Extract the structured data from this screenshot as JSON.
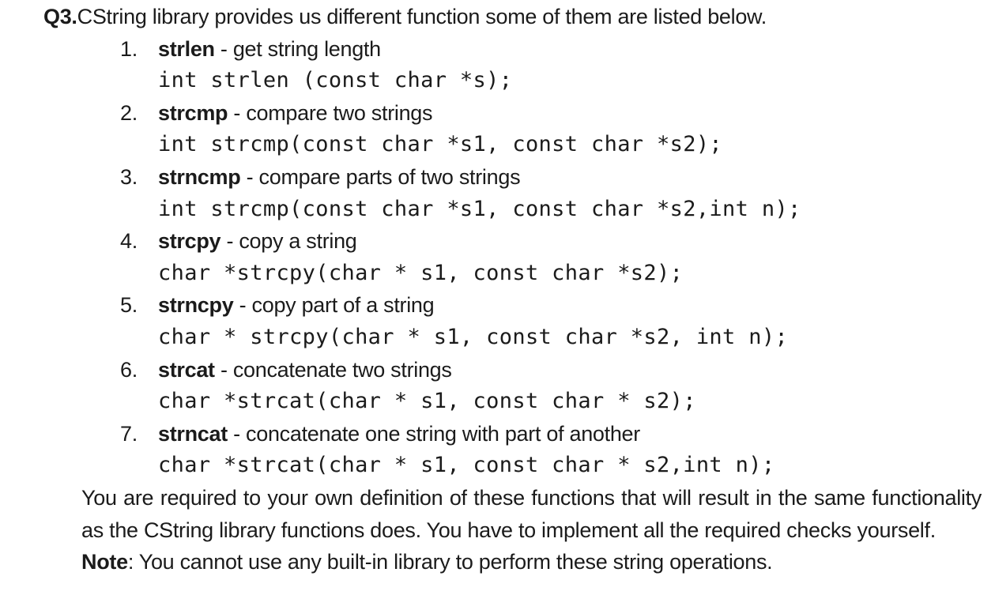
{
  "document": {
    "heading": {
      "label": "Q3.",
      "text": "CString library provides us different function some of them are listed below."
    },
    "items": [
      {
        "number": "1.",
        "name": "strlen",
        "description": " - get string length",
        "signature": "int strlen (const char *s);"
      },
      {
        "number": "2.",
        "name": "strcmp",
        "description": " - compare two strings",
        "signature": "int strcmp(const char *s1, const char *s2);"
      },
      {
        "number": "3.",
        "name": "strncmp",
        "description": " - compare parts of two strings",
        "signature": "int strcmp(const char *s1, const char *s2,int n);"
      },
      {
        "number": "4.",
        "name": "strcpy",
        "description": " - copy a string",
        "signature": "char *strcpy(char * s1, const char *s2);"
      },
      {
        "number": "5.",
        "name": "strncpy",
        "description": " - copy part of a string",
        "signature": "char * strcpy(char * s1, const char *s2, int n);"
      },
      {
        "number": "6.",
        "name": "strcat",
        "description": " - concatenate two strings",
        "signature": "char *strcat(char * s1, const char * s2);"
      },
      {
        "number": "7.",
        "name": "strncat",
        "description": " - concatenate one string with part of another",
        "signature": "char *strcat(char * s1, const char * s2,int n);"
      }
    ],
    "closing_paragraph": "You are required to your own definition of these functions that will result in the same functionality as the CString library functions does. You have to implement all the required checks yourself.",
    "note": {
      "label": "Note",
      "text": ": You cannot use any built-in library to perform these string operations."
    }
  }
}
